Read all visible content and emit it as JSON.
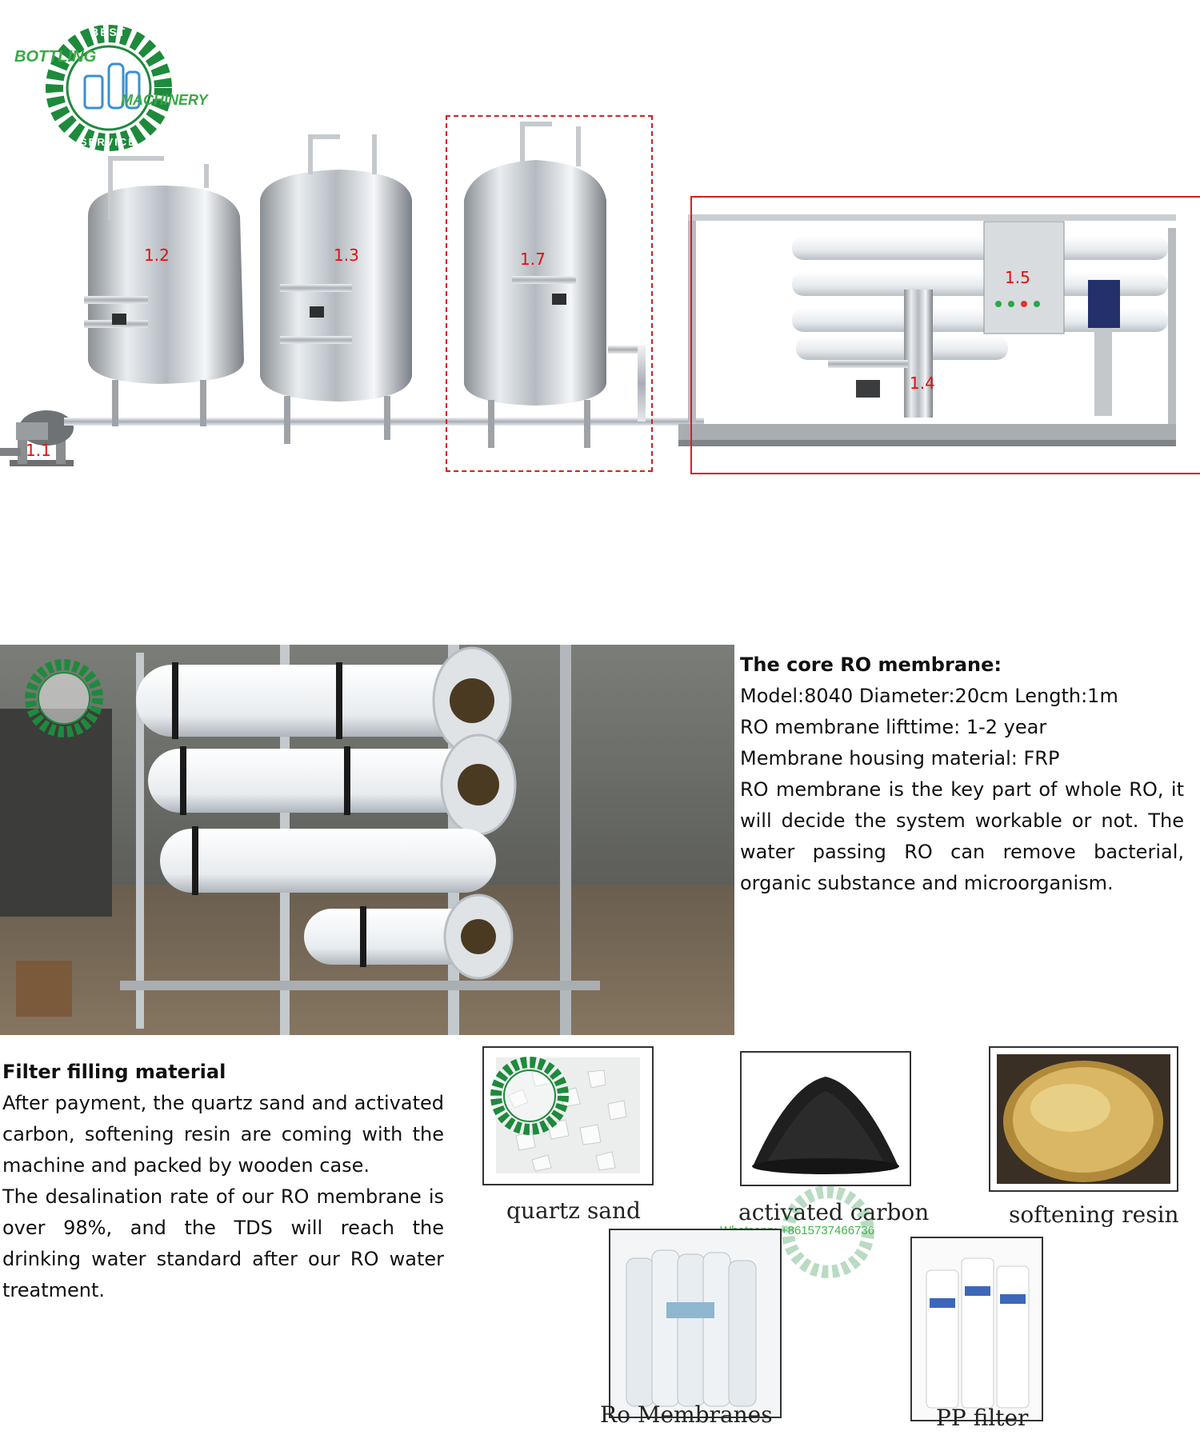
{
  "logo": {
    "top_arc": "BEST",
    "left_word": "BOTTLING",
    "right_word": "MACHINERY",
    "bottom_arc": "SERVICE"
  },
  "plant": {
    "labels": [
      "1.1",
      "1.2",
      "1.3",
      "1.7",
      "1.5",
      "1.4"
    ]
  },
  "ro_section": {
    "heading": "The core RO membrane:",
    "lines": [
      "Model:8040 Diameter:20cm Length:1m",
      "RO membrane lifttime: 1-2 year",
      "Membrane housing material: FRP",
      "RO membrane is the key part of whole RO, it will decide the system workable or not. The water passing RO can remove bacterial, organic substance and microorganism."
    ]
  },
  "filter_section": {
    "heading": "Filter filling material",
    "paragraphs": [
      "After payment, the quartz sand and activated carbon, softening resin are coming with the machine and packed by wooden case.",
      "The desalination rate of our RO membrane is over 98%, and the TDS will reach the drinking water standard after our RO water treatment."
    ],
    "captions": {
      "quartz": "quartz sand",
      "carbon": "activated carbon",
      "resin": "softening resin",
      "membranes": "Ro Membranes",
      "pp": "PP filter"
    },
    "whatsapp": "Whatsapp: +8615737466736"
  },
  "colors": {
    "label_red": "#e01010",
    "logo_green": "#1e8a3c",
    "logo_text": "#3aa845"
  }
}
